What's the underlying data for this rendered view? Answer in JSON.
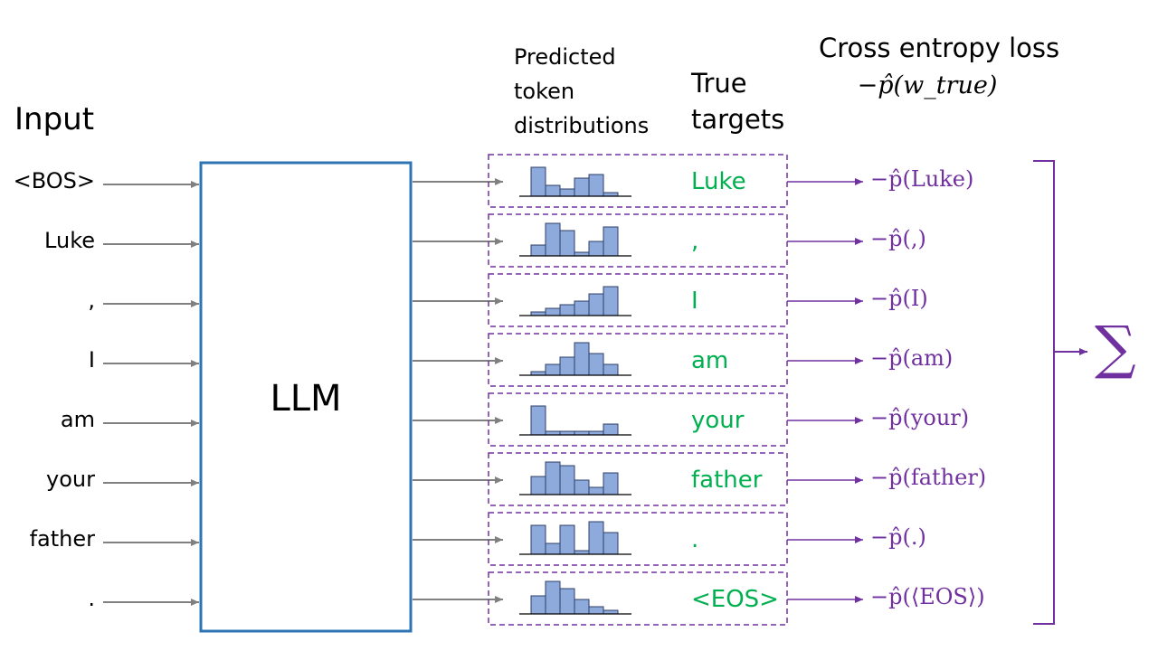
{
  "headers": {
    "input": "Input",
    "predicted": "Predicted token distributions",
    "true_targets": "True targets",
    "cross_entropy": "Cross entropy loss",
    "ce_formula": "−p̂(w_true)"
  },
  "model_label": "LLM",
  "sum_symbol": "∑",
  "rows": [
    {
      "input": "<BOS>",
      "target": "Luke",
      "loss": "−p̂(Luke)",
      "dist": [
        0.8,
        0.3,
        0.2,
        0.5,
        0.6,
        0.1
      ]
    },
    {
      "input": "Luke",
      "target": ",",
      "loss": "−p̂(,)",
      "dist": [
        0.3,
        0.9,
        0.7,
        0.1,
        0.4,
        0.8
      ]
    },
    {
      "input": ",",
      "target": "I",
      "loss": "−p̂(I)",
      "dist": [
        0.1,
        0.2,
        0.3,
        0.4,
        0.6,
        0.8
      ]
    },
    {
      "input": "I",
      "target": "am",
      "loss": "−p̂(am)",
      "dist": [
        0.1,
        0.3,
        0.5,
        0.9,
        0.6,
        0.3
      ]
    },
    {
      "input": "am",
      "target": "your",
      "loss": "−p̂(your)",
      "dist": [
        0.8,
        0.1,
        0.1,
        0.1,
        0.1,
        0.3
      ]
    },
    {
      "input": "your",
      "target": "father",
      "loss": "−p̂(father)",
      "dist": [
        0.5,
        0.9,
        0.8,
        0.4,
        0.2,
        0.6
      ]
    },
    {
      "input": "father",
      "target": ".",
      "loss": "−p̂(.)",
      "dist": [
        0.8,
        0.3,
        0.8,
        0.1,
        0.9,
        0.6
      ]
    },
    {
      "input": ".",
      "target": "<EOS>",
      "loss": "−p̂(⟨EOS⟩)",
      "dist": [
        0.5,
        0.9,
        0.7,
        0.4,
        0.2,
        0.1
      ]
    }
  ],
  "colors": {
    "arrow_gray": "#808080",
    "llm_border": "#2E74B5",
    "bar_fill": "#8EA9DB",
    "bar_stroke": "#2F3F66",
    "dashed_box": "#7030A0",
    "target_text": "#00B050",
    "loss_text": "#7030A0"
  }
}
